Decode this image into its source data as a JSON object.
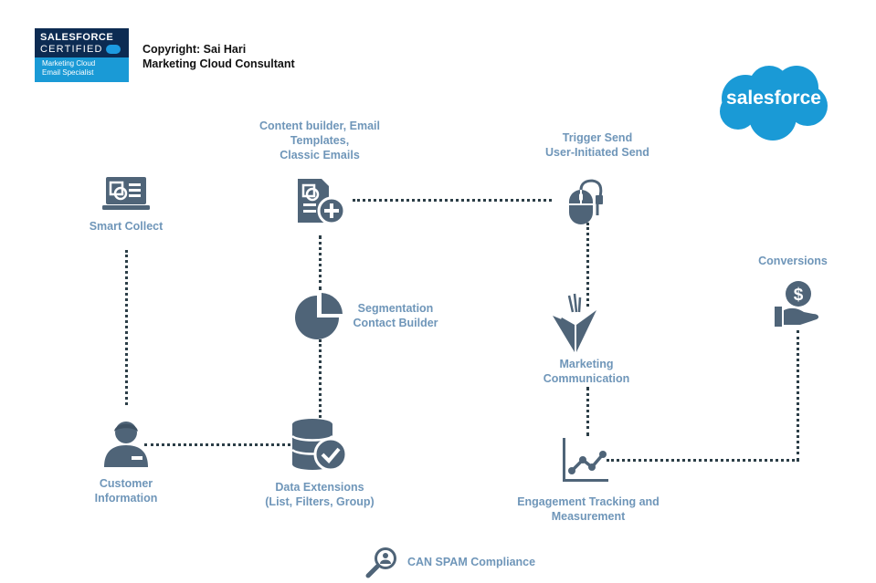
{
  "badge": {
    "line1": "SALESFORCE",
    "line2": "CERTIFIED",
    "line3": "Marketing Cloud",
    "line4": "Email Specialist"
  },
  "copyright": {
    "line1": "Copyright: Sai Hari",
    "line2": "Marketing Cloud Consultant"
  },
  "logo_text": "salesforce",
  "nodes": {
    "smart_collect": {
      "label": "Smart Collect",
      "icon": "smart-collect-icon"
    },
    "content_builder": {
      "line1": "Content builder, Email",
      "line2": "Templates,",
      "line3": "Classic Emails",
      "icon": "content-builder-icon"
    },
    "trigger_send": {
      "line1": "Trigger Send",
      "line2": "User-Initiated Send",
      "icon": "mouse-icon"
    },
    "conversions": {
      "label": "Conversions",
      "icon": "dollar-hand-icon"
    },
    "segmentation": {
      "line1": "Segmentation",
      "line2": "Contact Builder",
      "icon": "pie-chart-icon"
    },
    "marketing_communication": {
      "line1": "Marketing",
      "line2": "Communication",
      "icon": "paper-plane-icon"
    },
    "customer_information": {
      "line1": "Customer",
      "line2": "Information",
      "icon": "customer-icon"
    },
    "data_extensions": {
      "line1": "Data Extensions",
      "line2": "(List, Filters, Group)",
      "icon": "database-check-icon"
    },
    "engagement_tracking": {
      "line1": "Engagement Tracking and",
      "line2": "Measurement",
      "icon": "line-graph-icon"
    },
    "can_spam": {
      "label": "CAN SPAM Compliance",
      "icon": "compliance-search-icon"
    }
  },
  "colors": {
    "icon": "#4f6478",
    "label": "#6f96b9",
    "connector": "#2c3e47",
    "cloud": "#1a9ad6"
  }
}
